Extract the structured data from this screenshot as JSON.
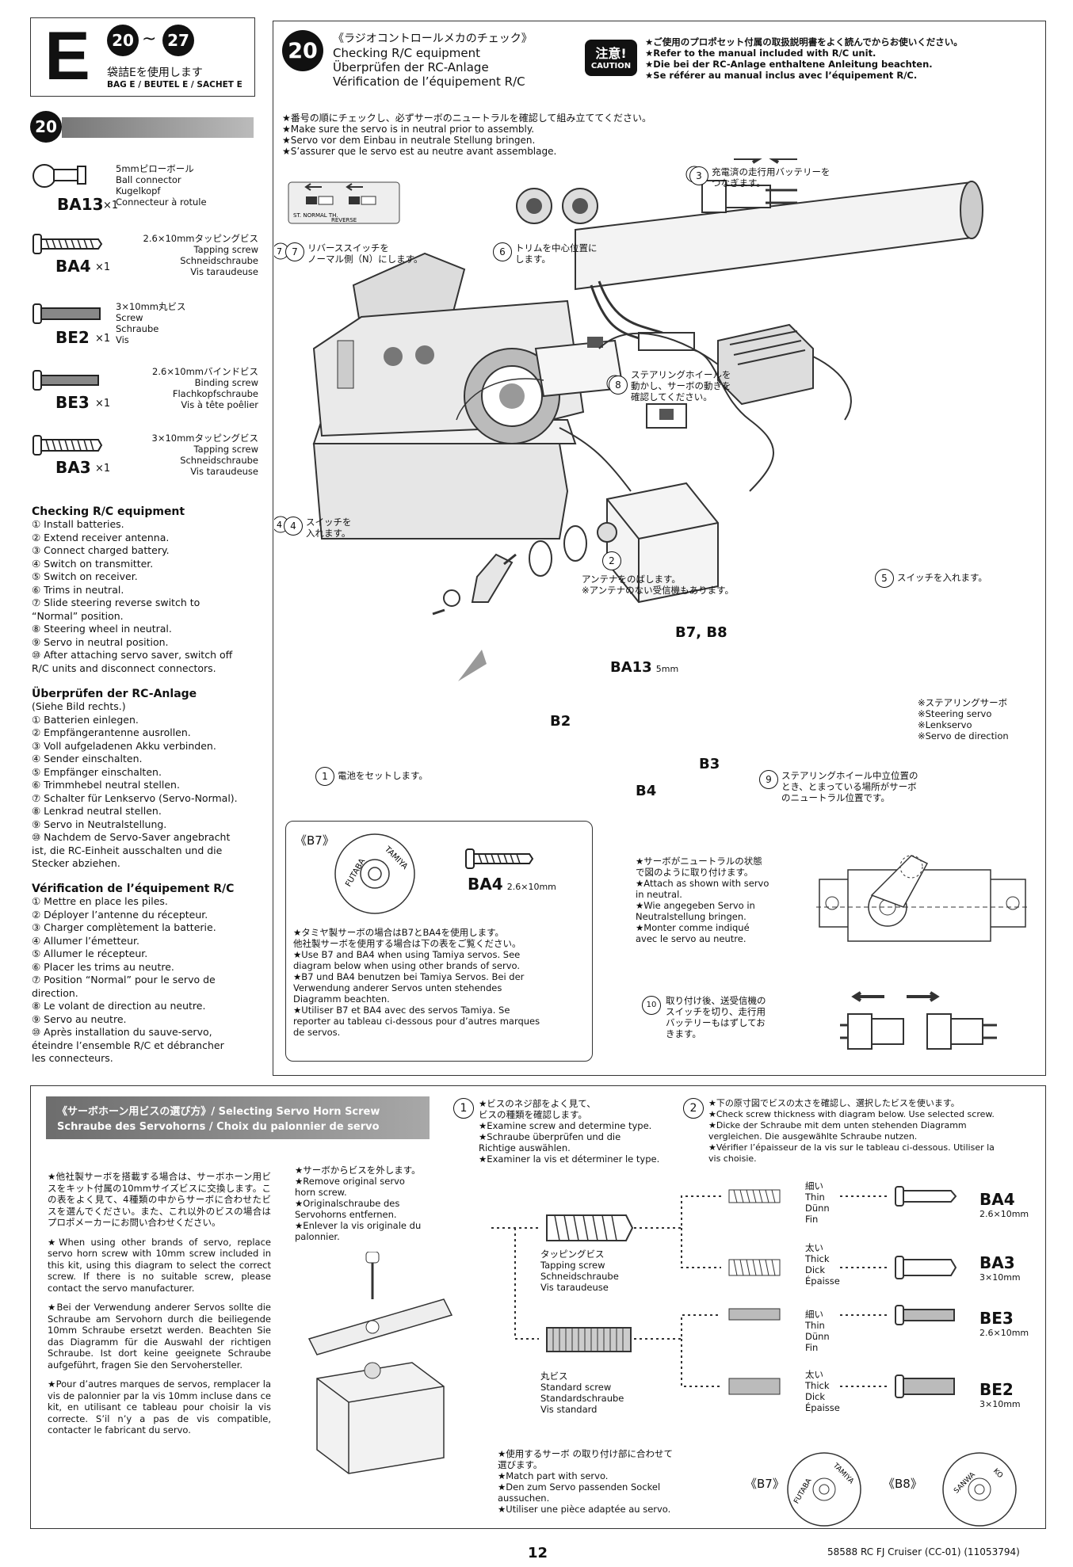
{
  "header": {
    "letter": "E",
    "step_from": "20",
    "step_tilde": "~",
    "step_to": "27",
    "bag_jp": "袋詰Eを使用します",
    "bag_en": "BAG E / BEUTEL E / SACHET E"
  },
  "step": {
    "number": "20",
    "title_jp": "《ラジオコントロールメカのチェック》",
    "title_en": "Checking R/C equipment",
    "title_de": "Überprüfen der RC-Anlage",
    "title_fr": "Vérification de l’équipement R/C"
  },
  "caution": {
    "badge_jp": "注意!",
    "badge_en": "CAUTION",
    "lines": "★ご使用のプロポセット付属の取扱説明書をよく読んでからお使いください。\n★Refer to the manual included with R/C unit.\n★Die bei der RC-Anlage enthaltene Anleitung beachten.\n★Se référer au manual inclus avec l’équipement R/C."
  },
  "neutral_note": "★番号の順にチェックし、必ずサーボのニュートラルを確認して組み立ててください。\n★Make sure the servo is in neutral prior to assembly.\n★Servo vor dem Einbau in neutrale Stellung bringen.\n★S’assurer que le servo est au neutre avant assemblage.",
  "parts_step_label": "20",
  "parts": [
    {
      "code": "BA13",
      "qty": "×1",
      "desc": "5mmピローボール\nBall connector\nKugelkopf\nConnecteur à rotule"
    },
    {
      "code": "BA4",
      "qty": "×1",
      "desc": "2.6×10mmタッピングビス\nTapping screw\nSchneidschraube\nVis taraudeuse"
    },
    {
      "code": "BE2",
      "qty": "×1",
      "desc": "3×10mm丸ビス\nScrew\nSchraube\nVis"
    },
    {
      "code": "BE3",
      "qty": "×1",
      "desc": "2.6×10mmバインドビス\nBinding screw\nFlachkopfschraube\nVis à tête poêlier"
    },
    {
      "code": "BA3",
      "qty": "×1",
      "desc": "3×10mmタッピングビス\nTapping screw\nSchneidschraube\nVis taraudeuse"
    }
  ],
  "checklists": [
    {
      "title": "Checking R/C equipment",
      "items": "① Install batteries.\n② Extend receiver antenna.\n③ Connect charged battery.\n④ Switch on transmitter.\n⑤ Switch on receiver.\n⑥ Trims in neutral.\n⑦ Slide steering reverse switch to\n“Normal” position.\n⑧ Steering wheel in neutral.\n⑨ Servo in neutral position.\n⑩ After attaching servo saver, switch off\nR/C units and disconnect connectors."
    },
    {
      "title": "Überprüfen der RC-Anlage",
      "items": "(Siehe Bild rechts.)\n① Batterien einlegen.\n② Empfängerantenne ausrollen.\n③ Voll aufgeladenen Akku verbinden.\n④ Sender einschalten.\n⑤ Empfänger einschalten.\n⑥ Trimmhebel neutral stellen.\n⑦ Schalter für Lenkservo (Servo-Normal).\n⑧ Lenkrad neutral stellen.\n⑨ Servo in Neutralstellung.\n⑩ Nachdem de Servo-Saver angebracht\nist, die RC-Einheit ausschalten und die\nStecker abziehen."
    },
    {
      "title": "Vérification de l’équipement R/C",
      "items": "① Mettre en place les piles.\n② Déployer l’antenne du récepteur.\n③ Charger complètement la batterie.\n④ Allumer l’émetteur.\n⑤ Allumer le récepteur.\n⑥ Placer les trims au neutre.\n⑦ Position “Normal” pour le servo de\ndirection.\n⑧ Le volant de direction au neutre.\n⑨ Servo au neutre.\n⑩ Après installation du sauve-servo,\néteindre l’ensemble R/C et débrancher\nles connecteurs."
    }
  ],
  "diagram_labels": {
    "c7": "リバーススイッチを\nノーマル側（N）にします。",
    "c6": "トリムを中心位置に\nします。",
    "c3": "充電済の走行用バッテリーを\nつなぎます。",
    "c8": "ステアリングホイールを\n動かし、サーボの動きを\n確認してください。",
    "c4": "スイッチを\n入れます。",
    "c2": "アンテナをのばします。\n※アンテナのない受信機もあります。",
    "c5": "スイッチを入れます。",
    "c1": "電池をセットします。",
    "c9": "ステアリングホイール中立位置の\nとき、とまっている場所がサーボ\nのニュートラル位置です。",
    "steering_servo": "※ステアリングサーボ\n※Steering servo\n※Lenkservo\n※Servo de direction",
    "b7b8": "B7, B8",
    "ba13": "BA13",
    "ba13_size": "5mm",
    "b2": "B2",
    "b3": "B3",
    "b4": "B4",
    "tx_labels": "ST.    NORMAL   TH.",
    "tx_reverse": "REVERSE"
  },
  "b7_box": {
    "tag": "《B7》",
    "logo_a": "FUTABA",
    "logo_b": "TAMIYA",
    "ba4_code": "BA4",
    "ba4_size": "2.6×10mm",
    "text": "★タミヤ製サーボの場合はB7とBA4を使用します。\n他社製サーボを使用する場合は下の表をご覧ください。\n★Use B7 and BA4 when using Tamiya servos. See\ndiagram below when using other brands of servo.\n★B7 und BA4 benutzen bei Tamiya Servos. Bei der\nVerwendung anderer Servos unten stehendes\nDiagramm beachten.\n★Utiliser B7 et BA4 avec des servos Tamiya. Se\nreporter au tableau ci-dessous pour d’autres marques\nde servos."
  },
  "attach_note": "★サーボがニュートラルの状態\nで図のように取り付けます。\n★Attach as shown with servo\nin neutral.\n★Wie angegeben Servo in\nNeutralstellung bringen.\n★Monter comme indiqué\navec le servo au neutre.",
  "c10": "取り付け後、送受信機の\nスイッチを切り、走行用\nバッテリーもはずしてお\nきます。",
  "bottom": {
    "bar_line1_jp": "《サーボホーン用ビスの選び方》/ Selecting Servo Horn Screw",
    "bar_line2": "Schraube des Servohorns / Choix du palonnier de servo",
    "left_jp": "★他社製サーボを搭載する場合は、サーボホーン用ビスをキット付属の10mmサイズビスに交換します。この表をよく見て、4種類の中からサーボに合わせたビスを選んでください。また、これ以外のビスの場合はプロポメーカーにお問い合わせください。",
    "left_en": "★When using other brands of servo, replace servo horn screw with 10mm screw included in this kit, using this diagram to select the correct screw. If there is no suitable screw, please contact the servo manufacturer.",
    "left_de": "★Bei der Verwendung anderer Servos sollte die Schraube am Servohorn durch die beiliegende 10mm Schraube ersetzt werden. Beachten Sie das Diagramm für die Auswahl der richtigen Schraube. Ist dort keine geeignete Schraube aufgeführt, fragen Sie den Servohersteller.",
    "left_fr": "★Pour d’autres marques de servos, remplacer la vis de palonnier par la vis 10mm incluse dans ce kit, en utilisant ce tableau pour choisir la vis correcte. S’il n’y a pas de vis compatible, contacter le fabricant du servo.",
    "remove": "★サーボからビスを外します。\n★Remove original servo\nhorn screw.\n★Originalschraube des\nServohorns entfernen.\n★Enlever la vis originale du\npalonnier.",
    "s1_num": "1",
    "s1": "★ビスのネジ部をよく見て、\nビスの種類を確認します。\n★Examine screw and determine type.\n★Schraube überprüfen und die\nRichtige auswählen.\n★Examiner la vis et déterminer le type.",
    "s2_num": "2",
    "s2": "★下の原寸図でビスの太さを確認し、選択したビスを使います。\n★Check screw thickness with diagram below. Use selected screw.\n★Dicke der Schraube mit dem unten stehenden Diagramm\nvergleichen. Die ausgewählte Schraube nutzen.\n★Vérifier l’épaisseur de la vis sur le tableau ci-dessous. Utiliser la\nvis choisie.",
    "tap_label": "タッピングビス\nTapping screw\nSchneidschraube\nVis taraudeuse",
    "std_label": "丸ビス\nStandard screw\nStandardschraube\nVis standard",
    "thin": "細い\nThin\nDünn\nFin",
    "thick": "太い\nThick\nDick\nÉpaisse",
    "results": [
      {
        "code": "BA4",
        "size": "2.6×10mm"
      },
      {
        "code": "BA3",
        "size": "3×10mm"
      },
      {
        "code": "BE3",
        "size": "2.6×10mm"
      },
      {
        "code": "BE2",
        "size": "3×10mm"
      }
    ],
    "match": "★使用するサーボ の取り付け部に合わせて\n選びます。\n★Match part with servo.\n★Den zum Servo passenden Sockel\naussuchen.\n★Utiliser une pièce adaptée au servo.",
    "b7_tag": "《B7》",
    "b8_tag": "《B8》",
    "b7_logo_a": "FUTABA",
    "b7_logo_b": "TAMIYA",
    "b8_logo_a": "SANWA",
    "b8_logo_b": "KO"
  },
  "footer": {
    "page": "12",
    "model": "58588 RC FJ Cruiser (CC-01) (11053794)"
  }
}
